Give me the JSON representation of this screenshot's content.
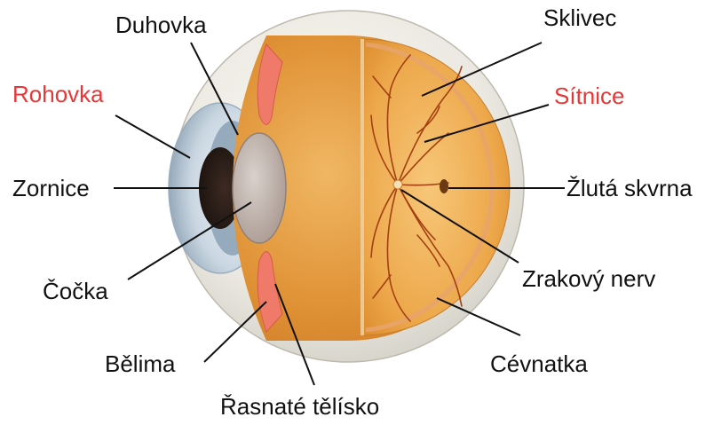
{
  "labels": {
    "duhovka": "Duhovka",
    "sklivec": "Sklivec",
    "rohovka": "Rohovka",
    "sitnice": "Sítnice",
    "zornice": "Zornice",
    "zluta_skvrna": "Žlutá skvrna",
    "cocka": "Čočka",
    "zrakovy_nerv": "Zrakový nerv",
    "belima": "Bělima",
    "cevnatka": "Cévnatka",
    "rasnate_telisko": "Řasnaté tělísko"
  },
  "colors": {
    "label_text": "#111111",
    "highlight_text": "#e53838",
    "sclera": "#e9e7df",
    "vitreous": "#e39a3a",
    "retina": "#f1b45a",
    "ciliary_body": "#f07a6a",
    "lens": "#bfb2ab",
    "iris": "#9fb3c4",
    "blood_vessels": "#a33f10"
  },
  "icons": {
    "diagram": "eye-cross-section"
  }
}
